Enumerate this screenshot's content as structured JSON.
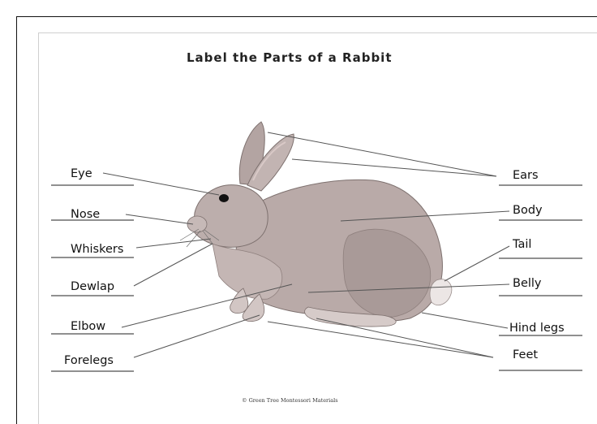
{
  "title": "Label the Parts of  a Rabbit",
  "labels": {
    "eye": "Eye",
    "nose": "Nose",
    "whiskers": "Whiskers",
    "dewlap": "Dewlap",
    "elbow": "Elbow",
    "forelegs": "Forelegs",
    "ears": "Ears",
    "body": "Body",
    "tail": "Tail",
    "belly": "Belly",
    "hind_legs": "Hind legs",
    "feet": "Feet"
  },
  "credit": "© Green Tree Montessori Materials",
  "illustration": "rabbit",
  "colors": {
    "rabbit_fur": "#b9aaa8",
    "rabbit_shade": "#8f807e",
    "line": "#555555",
    "underline": "#222222"
  }
}
